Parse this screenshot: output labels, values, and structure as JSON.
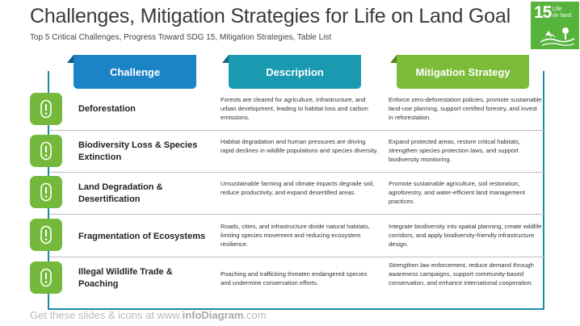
{
  "header": {
    "title": "Challenges, Mitigation Strategies for Life on Land Goal",
    "subtitle": "Top 5 Critical Challenges, Progress Toward SDG 15, Mitigation Strategies, Table List"
  },
  "badge": {
    "number": "15",
    "text_line1": "Life",
    "text_line2": "on land",
    "color": "#56b33b"
  },
  "columns": {
    "challenge": "Challenge",
    "description": "Description",
    "mitigation": "Mitigation Strategy"
  },
  "colors": {
    "challenge_tab": "#1a84c7",
    "description_tab": "#1a9ab0",
    "mitigation_tab": "#7cbc3b",
    "icon_box": "#74b93b",
    "frame": "#1d8aa5"
  },
  "rows": [
    {
      "icon": "exclamation-icon",
      "challenge_line1": "Deforestation",
      "challenge_line2": "",
      "description": "Forests are cleared for agriculture, infrastructure, and urban development, leading to habitat loss and carbon emissions.",
      "mitigation": "Enforce zero-deforestation policies, promote sustainable land-use planning, support certified forestry, and invest in reforestation."
    },
    {
      "icon": "exclamation-icon",
      "challenge_line1": "Biodiversity Loss & Species",
      "challenge_line2": "Extinction",
      "description": "Habitat degradation and human pressures are driving rapid declines in wildlife populations and species diversity.",
      "mitigation": "Expand protected areas, restore critical habitats, strengthen species protection laws, and support biodiversity monitoring."
    },
    {
      "icon": "exclamation-icon",
      "challenge_line1": "Land Degradation &",
      "challenge_line2": "Desertification",
      "description": "Unsustainable farming and climate impacts degrade soil, reduce productivity, and expand desertified areas.",
      "mitigation": "Promote sustainable agriculture, soil restoration, agroforestry, and water-efficient land management practices."
    },
    {
      "icon": "exclamation-icon",
      "challenge_line1": "Fragmentation of Ecosystems",
      "challenge_line2": "",
      "description": "Roads, cities, and infrastructure divide natural habitats, limiting species movement and reducing ecosystem resilience.",
      "mitigation": "Integrate biodiversity into spatial planning, create wildlife corridors, and apply biodiversity-friendly infrastructure design."
    },
    {
      "icon": "exclamation-icon",
      "challenge_line1": "Illegal Wildlife Trade &",
      "challenge_line2": "Poaching",
      "description": "Poaching and trafficking threaten endangered species and undermine conservation efforts.",
      "mitigation": "Strengthen law enforcement, reduce demand through awareness campaigns, support community-based conservation, and enhance international cooperation."
    }
  ],
  "footer": {
    "prefix": "Get these slides & icons at www.",
    "brand": "infoDiagram",
    "suffix": ".com"
  }
}
